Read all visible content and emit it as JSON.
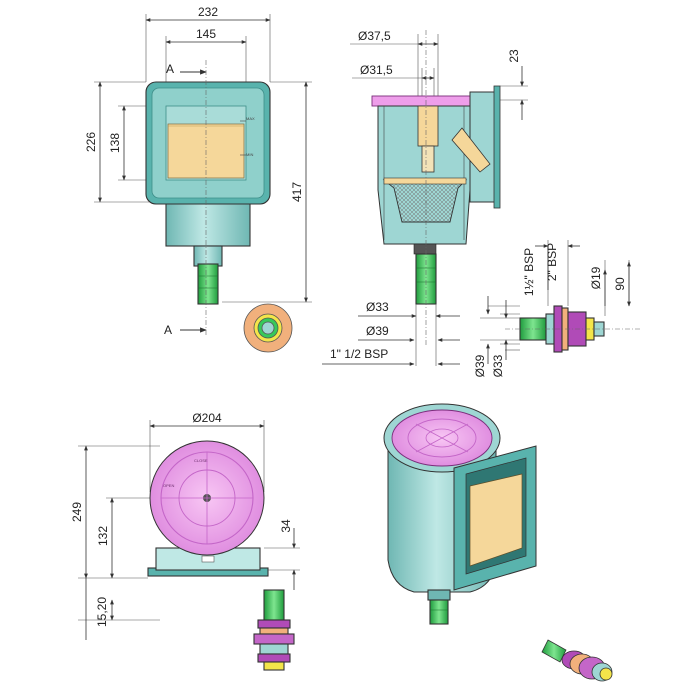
{
  "colors": {
    "body": "#9ed6d3",
    "body_dark": "#6fb7b3",
    "frame": "#59b3ad",
    "window": "#f5d79a",
    "lid": "#ee9eea",
    "lid_dark": "#c466c8",
    "nozzle": "#37c95a",
    "ring_orange": "#f1b07c",
    "ring_yellow": "#f3e54a",
    "ring_purple": "#b04bb7",
    "basket": "#bdbdbd"
  },
  "front_view": {
    "dim_total_width": "232",
    "dim_inner_width": "145",
    "dim_body_height": "226",
    "dim_window_height": "138",
    "dim_total_height": "417",
    "section_mark_top": "A",
    "section_mark_bottom": "A",
    "label_max": "MAX",
    "label_min": "MIN"
  },
  "section_view": {
    "dim_d37": "Ø37,5",
    "dim_d31": "Ø31,5",
    "dim_flange": "23",
    "dim_d33": "Ø33",
    "dim_d39": "Ø39",
    "dim_thread": "1\" 1/2 BSP"
  },
  "connector_view": {
    "dim_bsp_15": "1½\" BSP",
    "dim_bsp_2": "2\" BSP",
    "dim_d19": "Ø19",
    "dim_90": "90",
    "dim_d39v": "Ø39",
    "dim_d33v": "Ø33"
  },
  "top_view": {
    "dim_lid_diameter": "Ø204",
    "dim_249": "249",
    "dim_132": "132",
    "dim_34": "34",
    "dim_1520": "15,20",
    "lid_text_close": "CLOSE",
    "lid_text_open": "OPEN"
  }
}
